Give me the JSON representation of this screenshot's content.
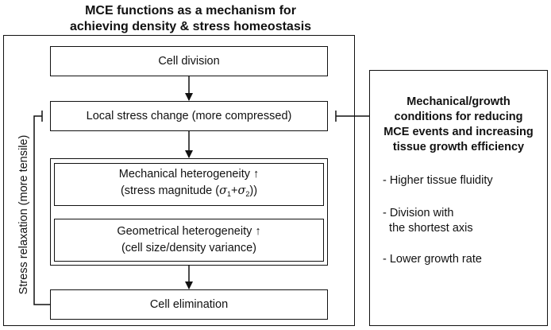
{
  "title": {
    "line1": "MCE functions as a mechanism for",
    "line2": "achieving density & stress homeostasis"
  },
  "boxes": {
    "cell_division": "Cell division",
    "local_stress": "Local stress change (more compressed)",
    "mechanical": {
      "line1": "Mechanical heterogeneity",
      "arrow": "↑",
      "line2_prefix": "(stress magnitude (",
      "sigma": "σ",
      "sub1": "1",
      "plus": "+",
      "sub2": "2",
      "line2_suffix": "))"
    },
    "geometrical": {
      "line1": "Geometrical heterogeneity",
      "arrow": "↑",
      "line2": "(cell size/density variance)"
    },
    "cell_elimination": "Cell elimination"
  },
  "feedback_label": "Stress relaxation (more tensile)",
  "side_panel": {
    "title_lines": [
      "Mechanical/growth",
      "conditions for reducing",
      "MCE events and increasing",
      "tissue growth efficiency"
    ],
    "items": [
      {
        "lines": [
          "- Higher tissue fluidity"
        ]
      },
      {
        "lines": [
          "- Division with",
          "  the shortest axis"
        ]
      },
      {
        "lines": [
          "- Lower growth rate"
        ]
      }
    ]
  }
}
